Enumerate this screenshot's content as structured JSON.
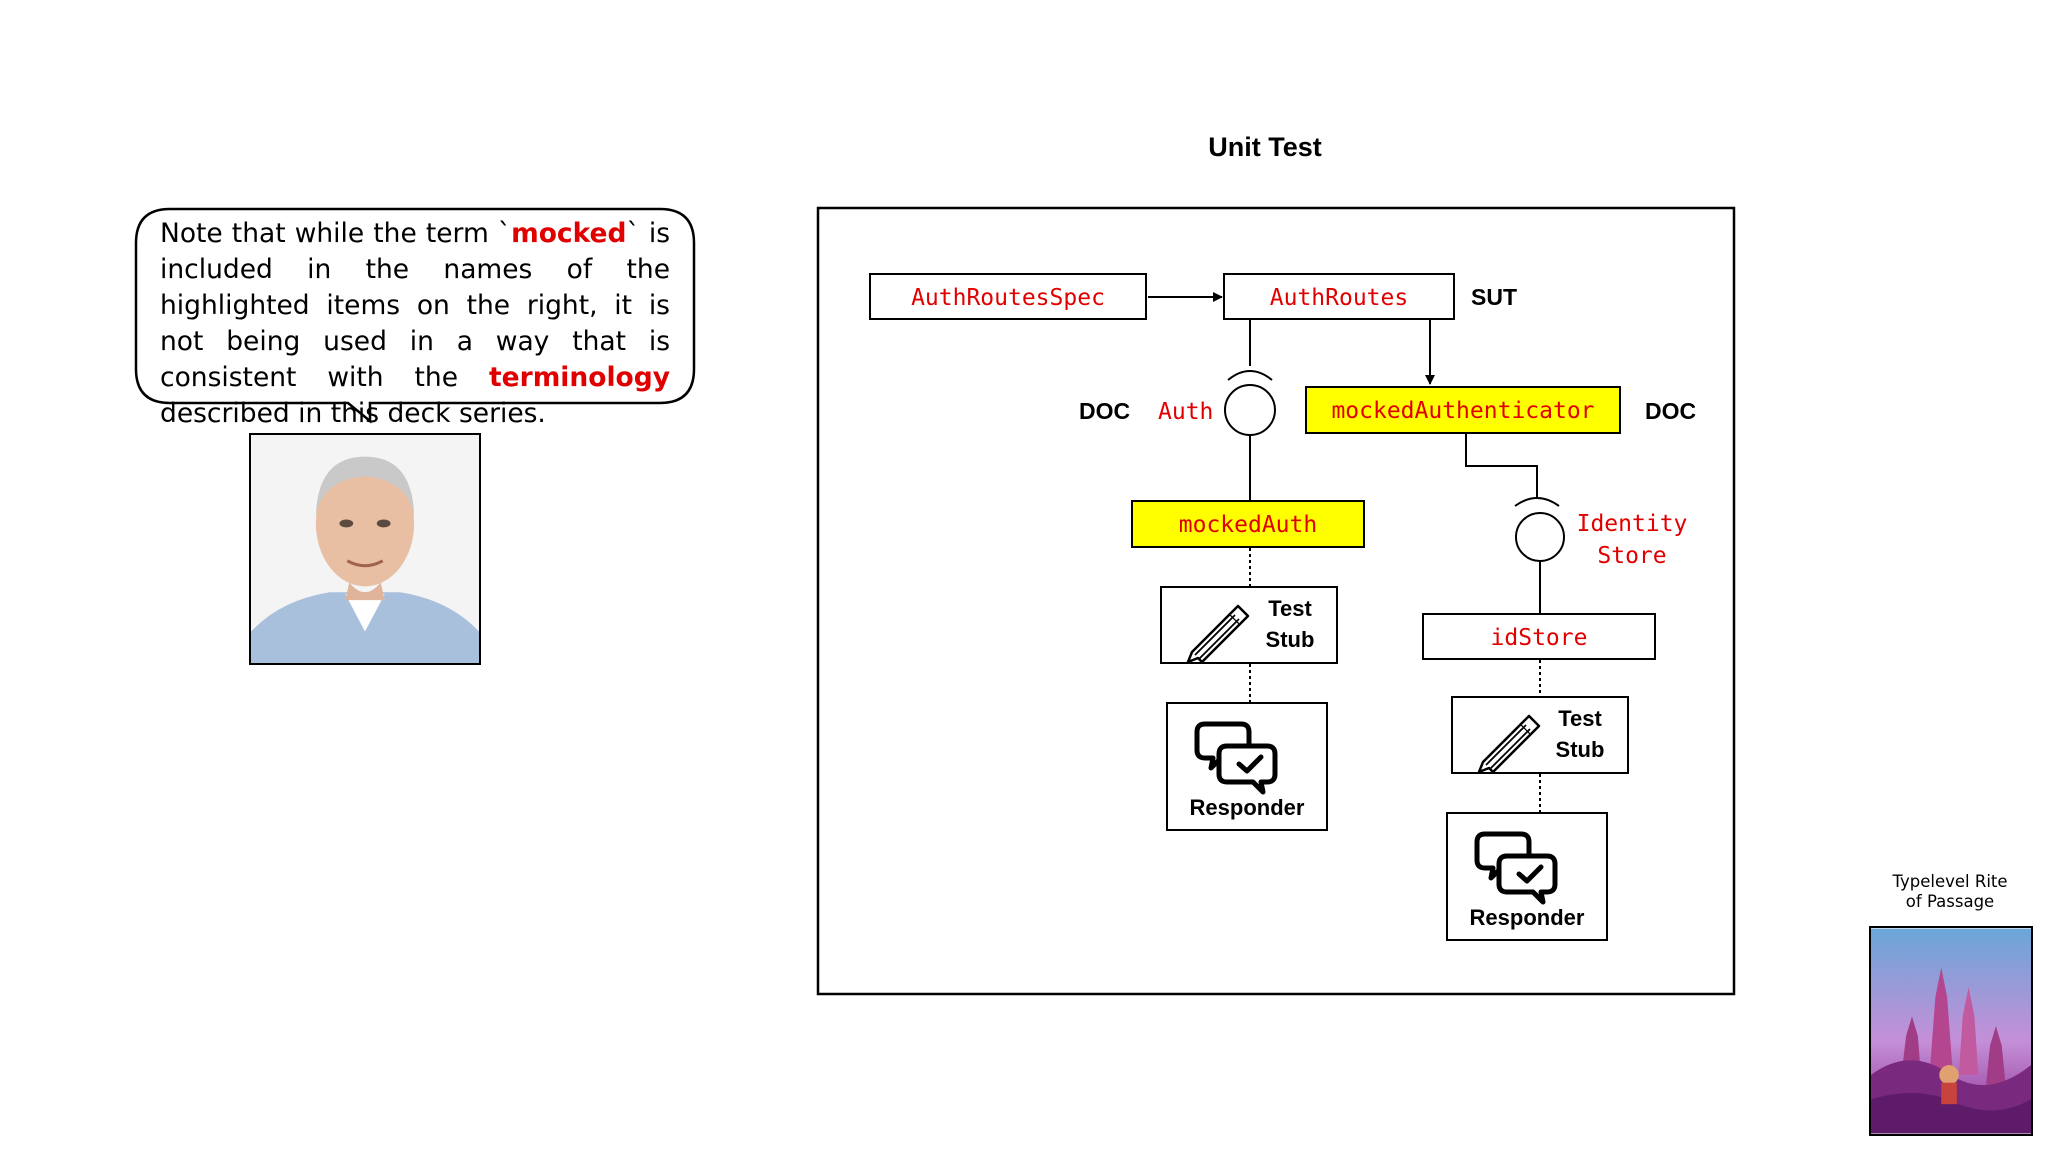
{
  "bubble": {
    "p1": "Note that while the term `",
    "mocked": "mocked",
    "p2": "` is included in the names of the highlighted items on the right, it is not being used in a way that is consistent with the ",
    "terminology": "terminology",
    "p3": " described in this deck series."
  },
  "diagram": {
    "title": "Unit Test",
    "spec": "AuthRoutesSpec",
    "routes": "AuthRoutes",
    "sut": "SUT",
    "doc_left": "DOC",
    "doc_right": "DOC",
    "auth_interface": "Auth",
    "mocked_authenticator": "mockedAuthenticator",
    "mocked_auth": "mockedAuth",
    "identity_line1": "Identity",
    "identity_line2": "Store",
    "id_store": "idStore",
    "stub_test": "Test",
    "stub_stub": "Stub",
    "responder": "Responder"
  },
  "logo": {
    "line1": "Typelevel Rite",
    "line2": "of Passage"
  },
  "colors": {
    "code_red": "#e00000",
    "highlight_yellow": "#ffff00",
    "black": "#000000"
  }
}
